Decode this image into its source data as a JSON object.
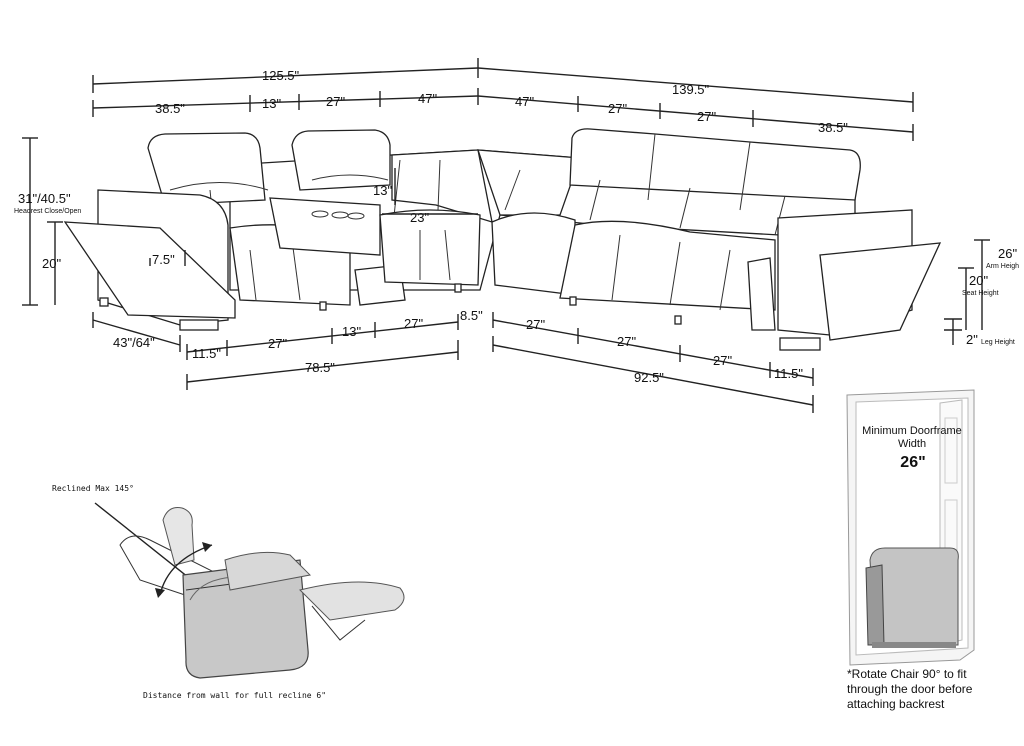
{
  "dimensions": {
    "overall_left": "125.5\"",
    "overall_right": "139.5\"",
    "top_segments": [
      "38.5\"",
      "13\"",
      "27\"",
      "47\"",
      "47\"",
      "27\"",
      "27\"",
      "38.5\""
    ],
    "height_total": "31\"/40.5\"",
    "height_total_caption": "Headrest Close/Open",
    "seat_height_left": "20\"",
    "cupholder_width": "7.5\"",
    "console_depth": "13\"",
    "corner_depth": "23\"",
    "depth_label": "43\"/64\"",
    "bottom_left_segments": [
      "11.5\"",
      "27\"",
      "13\"",
      "27\"",
      "8.5\""
    ],
    "bottom_left_total": "78.5\"",
    "bottom_right_segments": [
      "27\"",
      "27\"",
      "27\"",
      "11.5\""
    ],
    "bottom_right_total": "92.5\"",
    "arm_height": "26\"",
    "arm_height_caption": "Arm Heigh",
    "seat_height_right": "20\"",
    "seat_height_caption": "Seat Height",
    "leg_height": "2\"",
    "leg_height_caption": "Leg Height"
  },
  "recline": {
    "max_label": "Reclined Max 145°",
    "wall_note": "Distance from wall for full recline 6\""
  },
  "doorframe": {
    "title_line1": "Minimum Doorframe",
    "title_line2": "Width",
    "width": "26\"",
    "note_line1": "*Rotate Chair 90° to fit",
    "note_line2": "through the door before",
    "note_line3": "attaching backrest"
  }
}
